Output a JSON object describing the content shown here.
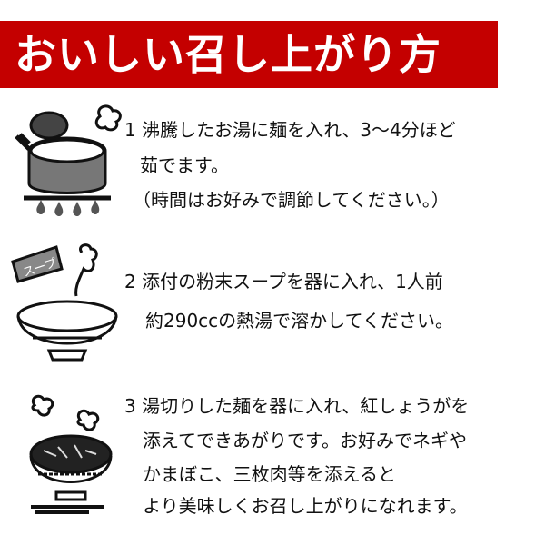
{
  "header": {
    "title": "おいしい召し上がり方"
  },
  "steps": [
    {
      "lines": [
        "1 沸騰したお湯に麺を入れ、3〜4分ほど",
        "茹でます。",
        "（時間はお好みで調節してください。）"
      ],
      "illustration": "pot-on-stove"
    },
    {
      "lines": [
        "2 添付の粉末スープを器に入れ、1人前",
        "約290ccの熱湯で溶かしてください。"
      ],
      "illustration": "soup-packet-bowl",
      "packet_label": "スープ"
    },
    {
      "lines": [
        "3 湯切りした麺を器に入れ、紅しょうがを",
        "添えてできあがりです。お好みでネギや",
        "かまぼこ、三枚肉等を添えると",
        "より美味しくお召し上がりになれます。"
      ],
      "illustration": "noodle-bowl-chopsticks"
    }
  ],
  "colors": {
    "banner": "#c40000",
    "text": "#111111"
  }
}
